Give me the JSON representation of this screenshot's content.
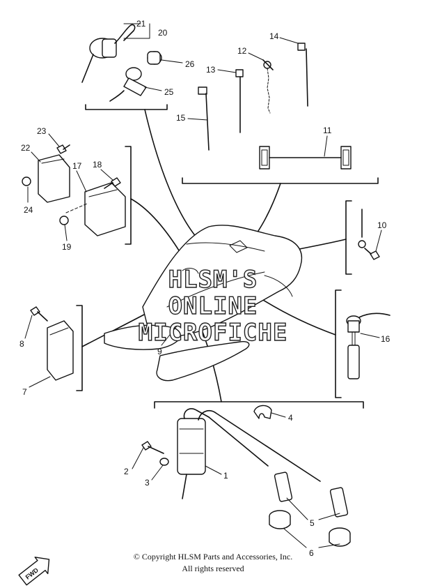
{
  "watermark": {
    "line1": "HLSM'S",
    "line2": "ONLINE",
    "line3": "MICROFICHE"
  },
  "callouts": {
    "c1": "1",
    "c2": "2",
    "c3": "3",
    "c4": "4",
    "c5": "5",
    "c6": "6",
    "c7": "7",
    "c8": "8",
    "c9": "9",
    "c10": "10",
    "c11": "11",
    "c12": "12",
    "c13": "13",
    "c14": "14",
    "c15": "15",
    "c16": "16",
    "c17": "17",
    "c18": "18",
    "c19": "19",
    "c20": "20",
    "c21": "21",
    "c22": "22",
    "c23": "23",
    "c24": "24",
    "c25": "25",
    "c26": "26"
  },
  "fwd_label": "FWD",
  "footer": {
    "copyright": "© Copyright HLSM Parts and Accessories, Inc.",
    "rights": "All rights reserved"
  }
}
